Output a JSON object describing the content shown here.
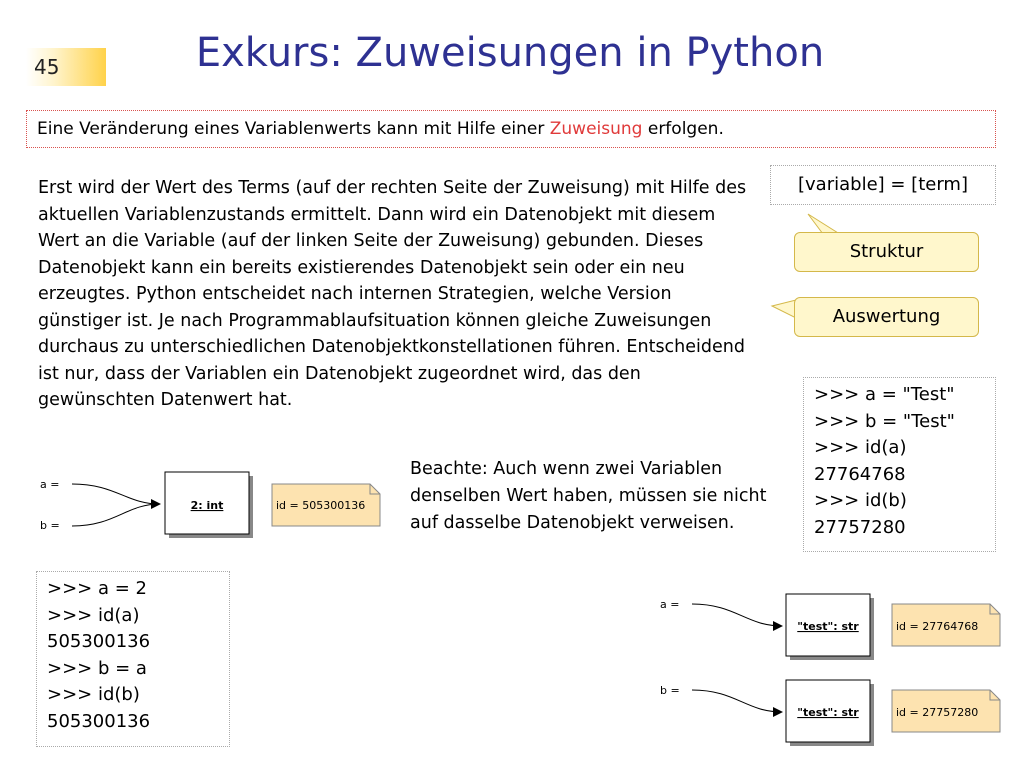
{
  "header": {
    "slide_number": "45",
    "title": "Exkurs: Zuweisungen in Python"
  },
  "intro": {
    "before": "Eine Veränderung eines Variablenwerts kann mit Hilfe einer ",
    "highlight": "Zuweisung",
    "after": " erfolgen.",
    "highlight_color": "#e03a3a"
  },
  "body_text": "Erst wird der Wert des Terms (auf der rechten Seite der Zuweisung) mit Hilfe des aktuellen Variablenzustands ermittelt. Dann wird ein Datenobjekt mit diesem Wert an die Variable (auf der linken Seite der Zuweisung) gebunden. Dieses Datenobjekt kann ein bereits existierendes Datenobjekt sein oder ein neu erzeugtes. Python entscheidet nach internen Strategien, welche Version günstiger ist. Je nach Programmablaufsituation können gleiche Zuweisungen durchaus zu unterschiedlichen Datenobjektkonstellationen führen. Entscheidend ist nur, dass der Variablen ein Datenobjekt zugeordnet wird, das den gewünschten Datenwert hat.",
  "syntax": "[variable] = [term]",
  "callouts": {
    "struktur": "Struktur",
    "auswertung": "Auswertung"
  },
  "code_right": [
    ">>> a = \"Test\"",
    ">>> b = \"Test\"",
    ">>> id(a)",
    "27764768",
    ">>> id(b)",
    "27757280"
  ],
  "code_left": [
    ">>> a = 2",
    ">>> id(a)",
    "505300136",
    ">>> b = a",
    ">>> id(b)",
    "505300136"
  ],
  "note": "Beachte: Auch wenn zwei Variablen denselben Wert haben, müssen sie nicht auf dasselbe Datenobjekt verweisen.",
  "diagram_shared": {
    "var_a": "a  =",
    "var_b": "b  =",
    "object": "2: int",
    "id_note": "id = 505300136"
  },
  "diagram_separate": {
    "var_a": "a  =",
    "var_b": "b  =",
    "object_a": "\"test\": str",
    "object_b": "\"test\": str",
    "id_note_a": "id = 27764768",
    "id_note_b": "id = 27757280"
  },
  "colors": {
    "title": "#2e3192",
    "callout_fill": "#fff7cc",
    "note_fill": "#fde3b0"
  }
}
